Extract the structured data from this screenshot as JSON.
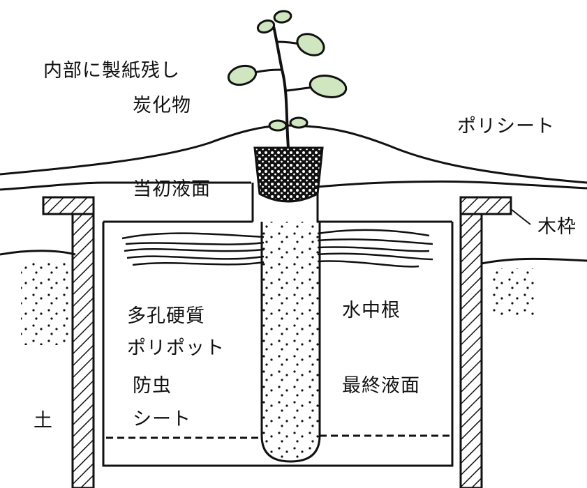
{
  "labels": {
    "paper_residue_line1": "内部に製紙残し",
    "paper_residue_line2": "炭化物",
    "poly_sheet": "ポリシート",
    "initial_liquid_level": "当初液面",
    "wooden_frame": "木枠",
    "porous_pot_line1": "多孔硬質",
    "porous_pot_line2": "ポリポット",
    "water_roots": "水中根",
    "insect_sheet_line1": "防虫",
    "insect_sheet_line2": "シート",
    "final_liquid_level": "最終液面",
    "soil": "土"
  },
  "colors": {
    "line": "#111111",
    "leaf_fill": "#cfe6c0",
    "background": "#ffffff"
  }
}
